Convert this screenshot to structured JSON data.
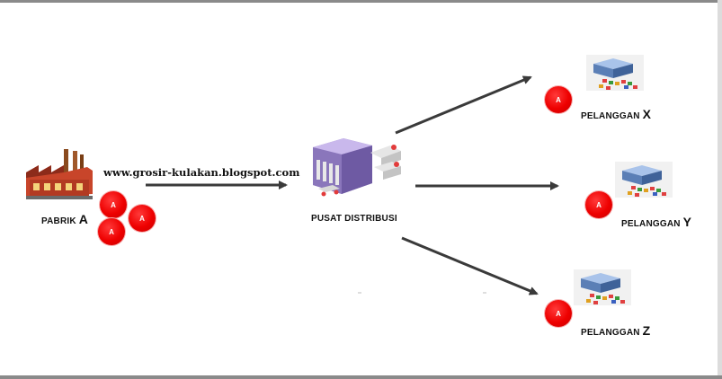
{
  "watermark": "www.grosir-kulakan.blogspot.com",
  "source": {
    "label_prefix": "PABRIK ",
    "label_letter": "A",
    "icon": "factory-icon"
  },
  "hub": {
    "label": "PUSAT DISTRIBUSI",
    "icon": "distribution-center-icon"
  },
  "badge_letter": "A",
  "customers": [
    {
      "label_prefix": "PELANGGAN ",
      "label_letter": "X",
      "icon": "store-icon"
    },
    {
      "label_prefix": "PELANGGAN ",
      "label_letter": "Y",
      "icon": "store-icon"
    },
    {
      "label_prefix": "PELANGGAN ",
      "label_letter": "Z",
      "icon": "store-icon"
    }
  ],
  "colors": {
    "badge": "#ee0000",
    "arrow": "#3a3a3a",
    "frame": "#8a8a8a"
  }
}
